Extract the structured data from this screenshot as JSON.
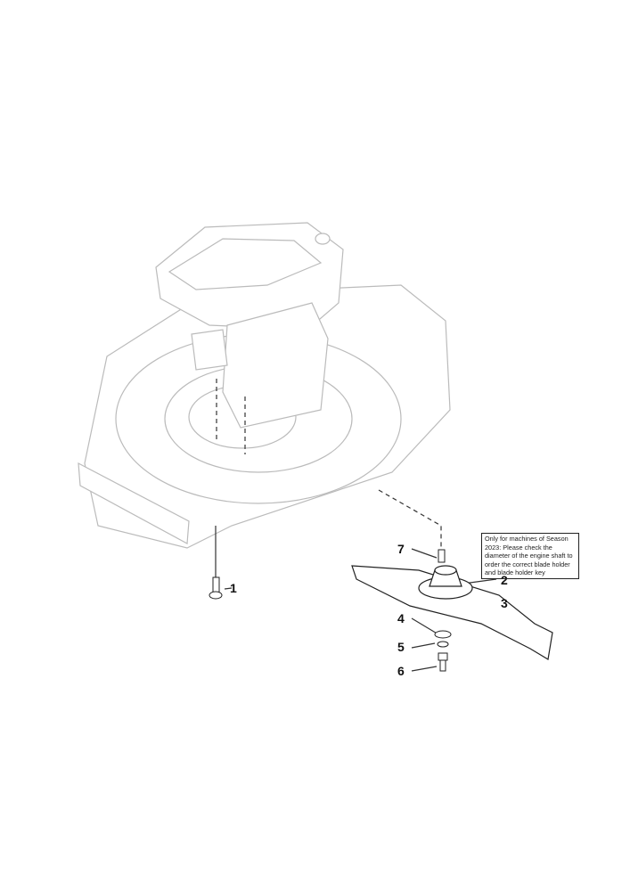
{
  "callouts": [
    "1",
    "2",
    "3",
    "4",
    "5",
    "6",
    "7"
  ],
  "note": "Only for machines of Season 2023: Please check the diameter of the engine shaft to order the correct blade holder and blade holder key"
}
